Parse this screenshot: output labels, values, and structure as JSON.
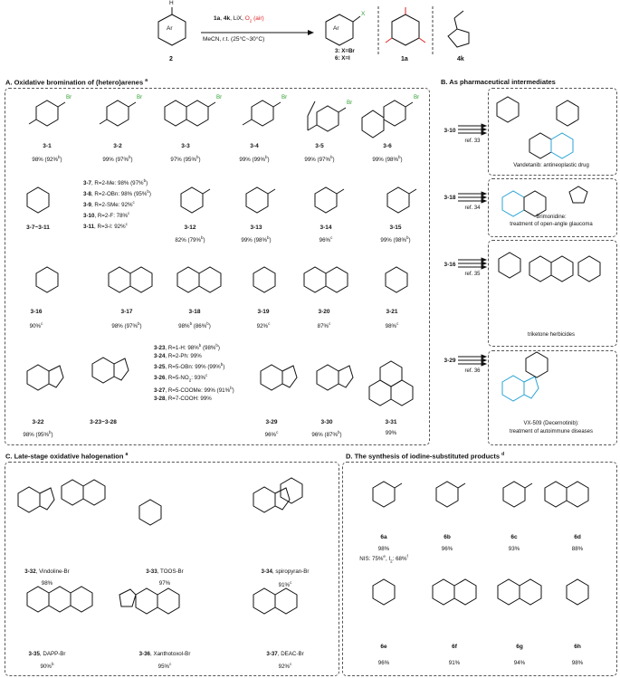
{
  "header": {
    "substrate_label": "2",
    "ar": "Ar",
    "conditions_top_1": "1a",
    "conditions_top_2": ", ",
    "conditions_top_3": "4k",
    "conditions_top_4": ", LiX, ",
    "conditions_top_5": "O",
    "conditions_top_6": "2",
    "conditions_top_7": " (air)",
    "conditions_bottom": "MeCN, r.t. (25°C~30°C)",
    "x_label": "X",
    "product_3": "3: X=Br",
    "product_6": "6: X=I",
    "label_1a": "1a",
    "label_4k": "4k"
  },
  "sectionA": {
    "title": "A. Oxidative bromination of (hetero)arenes ",
    "sup": "a",
    "row1": [
      {
        "id": "3-1",
        "yield": "98% (92%",
        "sup": "b",
        ")": ")"
      },
      {
        "id": "3-2",
        "yield": "99% (97%",
        "sup": "b"
      },
      {
        "id": "3-3",
        "yield": "97% (95%",
        "sup": "b"
      },
      {
        "id": "3-4",
        "yield": "99% (99%",
        "sup": "b"
      },
      {
        "id": "3-5",
        "yield": "99% (97%",
        "sup": "b"
      },
      {
        "id": "3-6",
        "yield": "99% (98%",
        "sup": "b"
      }
    ],
    "list_7_11": [
      {
        "id": "3-7",
        "text": ", R=2-Me: 98% (97%",
        "sup": "b"
      },
      {
        "id": "3-8",
        "text": ", R=2-OBn: 98% (95%",
        "sup": "b"
      },
      {
        "id": "3-9",
        "text": ", R=2-SMe: 92%",
        "sup": "c"
      },
      {
        "id": "3-10",
        "text": ", R=2-F: 78%",
        "sup": "c"
      },
      {
        "id": "3-11",
        "text": ", R=3-I: 92%",
        "sup": "c"
      }
    ],
    "label_7_11": "3-7~3-11",
    "row2": [
      {
        "id": "3-12",
        "yield": "82% (79%",
        "sup": "b"
      },
      {
        "id": "3-13",
        "yield": "99% (98%",
        "sup": "b"
      },
      {
        "id": "3-14",
        "yield": "96%",
        "sup": "c"
      },
      {
        "id": "3-15",
        "yield": "99% (98%",
        "sup": "b"
      }
    ],
    "row3": [
      {
        "id": "3-16",
        "yield": "90%",
        "sup": "c"
      },
      {
        "id": "3-17",
        "yield": "98% (97%",
        "sup": "b"
      },
      {
        "id": "3-18",
        "yield": "98%",
        "sup": "b",
        "extra": " (86%",
        "sup2": "b"
      },
      {
        "id": "3-19",
        "yield": "92%",
        "sup": "c"
      },
      {
        "id": "3-20",
        "yield": "87%",
        "sup": "c"
      },
      {
        "id": "3-21",
        "yield": "98%",
        "sup": "c"
      }
    ],
    "list_23_28": [
      {
        "id": "3-23",
        "text": ", R=1-H: 98%",
        "sup": "b",
        "tail": " (98%",
        "sup2": "b"
      },
      {
        "id": "3-24",
        "text": ", R=2-Ph: 99%"
      },
      {
        "id": "3-25",
        "text": ", R=5-OBn: 99% (99%",
        "sup": "b"
      },
      {
        "id": "3-26",
        "text": ", R=5-NO",
        "sub": "2",
        "tail": ": 93%",
        "sup2": "c"
      },
      {
        "id": "3-27",
        "text": ", R=5-COOMe: 99% (91%",
        "sup": "b"
      },
      {
        "id": "3-28",
        "text": ", R=7-COOH: 99%"
      }
    ],
    "row4": [
      {
        "id": "3-22",
        "yield": "98% (95%",
        "sup": "b"
      },
      {
        "id": "3-23~3-28"
      },
      {
        "id": "3-29",
        "yield": "96%",
        "sup": "c"
      },
      {
        "id": "3-30",
        "yield": "96% (87%",
        "sup": "b"
      },
      {
        "id": "3-31",
        "yield": "99%"
      }
    ]
  },
  "sectionB": {
    "title": "B. As pharmaceutical intermediates",
    "items": [
      {
        "id": "3-10",
        "ref": "ref. 33",
        "caption": "Vandetanib: antineoplastic drug"
      },
      {
        "id": "3-18",
        "ref": "ref. 34",
        "caption": "Brimonidine:",
        "caption2": "treatment of open-angle glaucoma"
      },
      {
        "id": "3-16",
        "ref": "ref. 35",
        "caption": "triketone herbicides"
      },
      {
        "id": "3-29",
        "ref": "ref. 36",
        "caption": "VX-509 (Decernotinib):",
        "caption2": "treatment of autoimmune diseases"
      }
    ]
  },
  "sectionC": {
    "title": "C. Late-stage oxidative halogenation ",
    "sup": "a",
    "items": [
      {
        "id": "3-32",
        "name": ", Vindoline-Br",
        "yield": "98%"
      },
      {
        "id": "3-33",
        "name": ", TOOS-Br",
        "yield": "97%"
      },
      {
        "id": "3-34",
        "name": ", spiropyran-Br",
        "yield": "91%",
        "sup": "c"
      },
      {
        "id": "3-35",
        "name": ", DAPP-Br",
        "yield": "90%",
        "sup": "b"
      },
      {
        "id": "3-36",
        "name": ", Xanthotoxol-Br",
        "yield": "95%",
        "sup": "c"
      },
      {
        "id": "3-37",
        "name": ", DEAC-Br",
        "yield": "92%",
        "sup": "c"
      }
    ]
  },
  "sectionD": {
    "title": "D. The synthesis of iodine-substituted products ",
    "sup": "d",
    "items": [
      {
        "id": "6a",
        "yield": "98%"
      },
      {
        "id": "6b",
        "yield": "96%"
      },
      {
        "id": "6c",
        "yield": "93%"
      },
      {
        "id": "6d",
        "yield": "88%"
      },
      {
        "id": "6e",
        "yield": "96%"
      },
      {
        "id": "6f",
        "yield": "91%"
      },
      {
        "id": "6g",
        "yield": "94%"
      },
      {
        "id": "6h",
        "yield": "98%"
      }
    ],
    "note_6a_1": "NIS: 75%",
    "note_6a_sup1": "e",
    "note_6a_2": ", I",
    "note_6a_sub": "2",
    "note_6a_3": ": 68%",
    "note_6a_sup2": "f"
  },
  "colors": {
    "halogen": "#2e9e2e",
    "highlight": "#29a3d6",
    "oxygen": "#d22222",
    "border": "#555555"
  }
}
